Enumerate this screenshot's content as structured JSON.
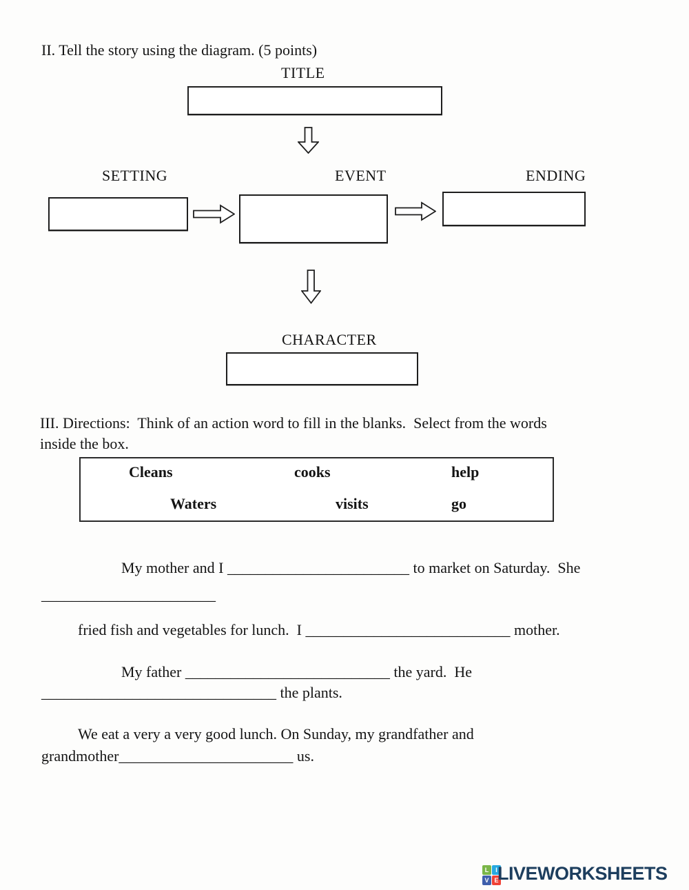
{
  "section2": {
    "heading": "II. Tell the story using the diagram. (5 points)",
    "diagram": {
      "title_label": "TITLE",
      "setting_label": "SETTING",
      "event_label": "EVENT",
      "ending_label": "ENDING",
      "character_label": "CHARACTER",
      "arrow_icons": [
        "down-block-arrow",
        "right-block-arrow",
        "right-block-arrow",
        "down-block-arrow"
      ],
      "box_values": {
        "title": "",
        "setting": "",
        "event": "",
        "ending": "",
        "character": ""
      }
    }
  },
  "section3": {
    "heading_line1": "III. Directions:  Think of an action word to fill in the blanks.  Select from the words",
    "heading_line2": "inside the box.",
    "word_bank": [
      "Cleans",
      "cooks",
      "help",
      "Waters",
      "visits",
      "go"
    ],
    "sentences": {
      "l1": "My mother and I ________________________ to market on Saturday.  She",
      "l2": "_______________________",
      "l3": "fried fish and vegetables for lunch.  I ___________________________ mother.",
      "l4": "My father ___________________________ the yard.  He",
      "l5": "_______________________________ the plants.",
      "l6": "We eat a very a very good lunch. On Sunday, my grandfather and",
      "l7": "grandmother_______________________ us."
    }
  },
  "footer": {
    "brand": "LIVEWORKSHEETS",
    "brand_color": "#1d3e5e",
    "logo_letters": [
      "L",
      "I",
      "V",
      "E"
    ],
    "logo_colors": [
      "#7ab648",
      "#27a9e0",
      "#3f5fac",
      "#ef4136"
    ]
  }
}
